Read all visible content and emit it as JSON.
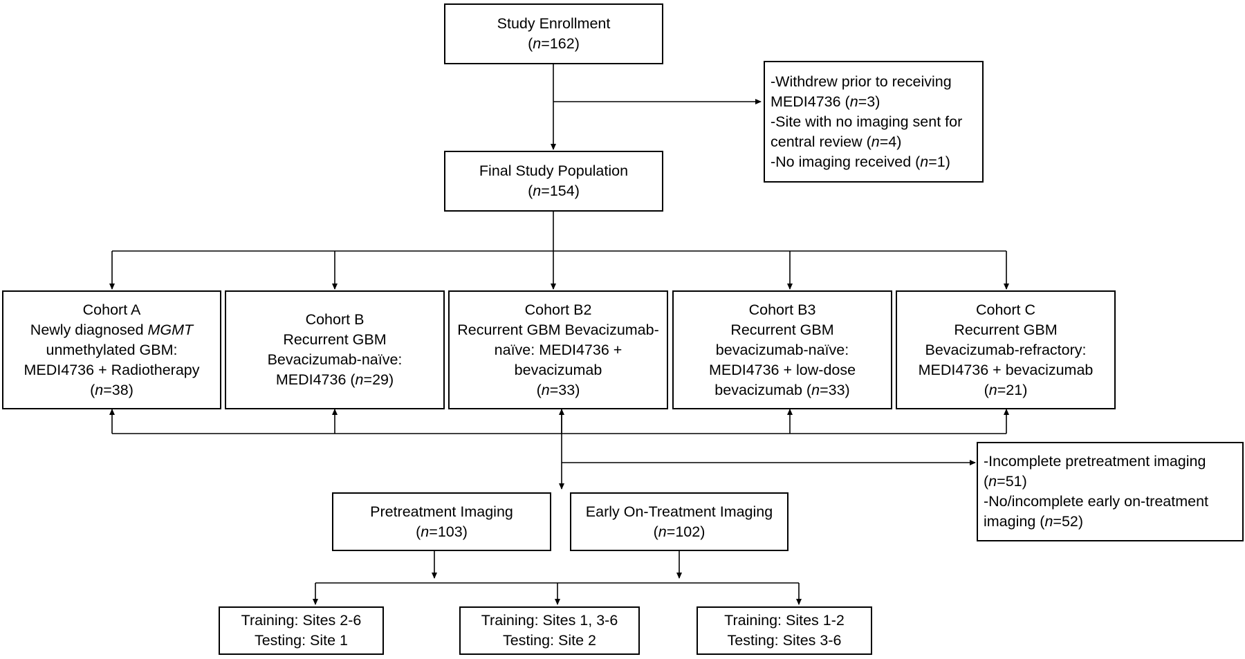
{
  "enrollment": {
    "title": "Study Enrollment",
    "n_prefix": "(",
    "n_var": "n",
    "n_value": "=162)"
  },
  "exclusions_1": {
    "line1": "-Withdrew prior to receiving",
    "line2_text": "MEDI4736 (",
    "line2_var": "n",
    "line2_value": "=3)",
    "line3": "-Site with no imaging sent for",
    "line4_text": "central review (",
    "line4_var": "n",
    "line4_value": "=4)",
    "line5_text": "-No imaging received (",
    "line5_var": "n",
    "line5_value": "=1)"
  },
  "final_population": {
    "title": "Final Study Population",
    "n_prefix": "(",
    "n_var": "n",
    "n_value": "=154)"
  },
  "cohorts": [
    {
      "line1": "Cohort A",
      "line2_text": "Newly diagnosed ",
      "line2_italic": "MGMT",
      "line3": "unmethylated GBM:",
      "line4": "MEDI4736 + Radiotherapy",
      "n_prefix": "(",
      "n_var": "n",
      "n_value": "=38)"
    },
    {
      "line1": "Cohort B",
      "line2": "Recurrent GBM",
      "line3": "Bevacizumab-naïve:",
      "line4_text": "MEDI4736 (",
      "n_var": "n",
      "n_value": "=29)"
    },
    {
      "line1": "Cohort B2",
      "line2": "Recurrent GBM Bevacizumab-",
      "line3": "naïve: MEDI4736 +",
      "line4": "bevacizumab",
      "n_prefix": "(",
      "n_var": "n",
      "n_value": "=33)"
    },
    {
      "line1": "Cohort B3",
      "line2": "Recurrent GBM",
      "line3": "bevacizumab-naïve:",
      "line4": "MEDI4736 + low-dose",
      "line5_text": "bevacizumab (",
      "n_var": "n",
      "n_value": "=33)"
    },
    {
      "line1": "Cohort C",
      "line2": "Recurrent GBM",
      "line3": "Bevacizumab-refractory:",
      "line4": "MEDI4736 + bevacizumab",
      "n_prefix": "(",
      "n_var": "n",
      "n_value": "=21)"
    }
  ],
  "exclusions_2": {
    "line1": "-Incomplete pretreatment imaging",
    "line2_prefix": "(",
    "line2_var": "n",
    "line2_value": "=51)",
    "line3": "-No/incomplete early on-treatment",
    "line4_text": "imaging (",
    "line4_var": "n",
    "line4_value": "=52)"
  },
  "pretreatment": {
    "title": "Pretreatment Imaging",
    "n_prefix": "(",
    "n_var": "n",
    "n_value": "=103)"
  },
  "on_treatment": {
    "title": "Early On-Treatment Imaging",
    "n_prefix": "(",
    "n_var": "n",
    "n_value": "=102)"
  },
  "splits": [
    {
      "training": "Training: Sites 2-6",
      "testing": "Testing: Site 1"
    },
    {
      "training": "Training: Sites 1, 3-6",
      "testing": "Testing: Site 2"
    },
    {
      "training": "Training: Sites 1-2",
      "testing": "Testing: Sites 3-6"
    }
  ]
}
